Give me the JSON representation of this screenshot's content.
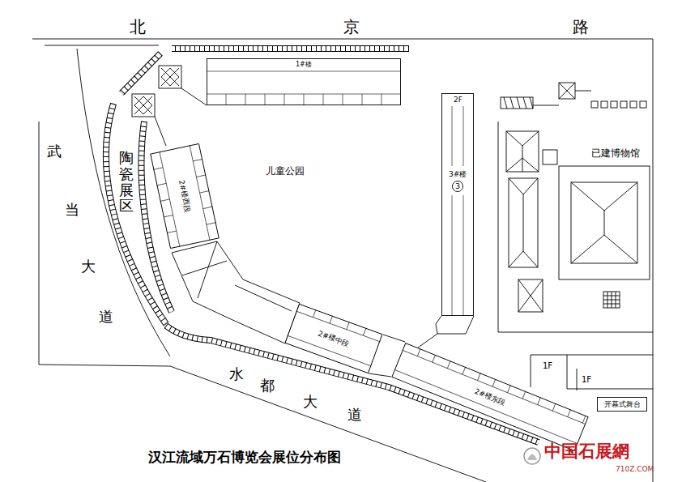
{
  "diagram": {
    "title": "汉江流域万石博览会展位分布图",
    "nodes": [
      {
        "text": [
          "1#楼"
        ]
      },
      {
        "text": [
          "2F",
          "3#楼"
        ]
      },
      {
        "text": [
          "3"
        ],
        "in": 1
      },
      {
        "text": [
          "2#楼西段"
        ]
      },
      {
        "text": [
          "2#楼中段"
        ]
      },
      {
        "text": [
          "2#楼东段"
        ]
      },
      {
        "text": [
          "开幕式舞台"
        ]
      }
    ],
    "labels": [
      "北",
      "京",
      "路",
      "武",
      "当",
      "大",
      "道",
      "水",
      "都",
      "大",
      "道",
      "陶瓷展区",
      "儿童公园",
      "已建博物馆",
      "1F",
      "1F",
      "中国石展網",
      "710Z.COM"
    ]
  }
}
